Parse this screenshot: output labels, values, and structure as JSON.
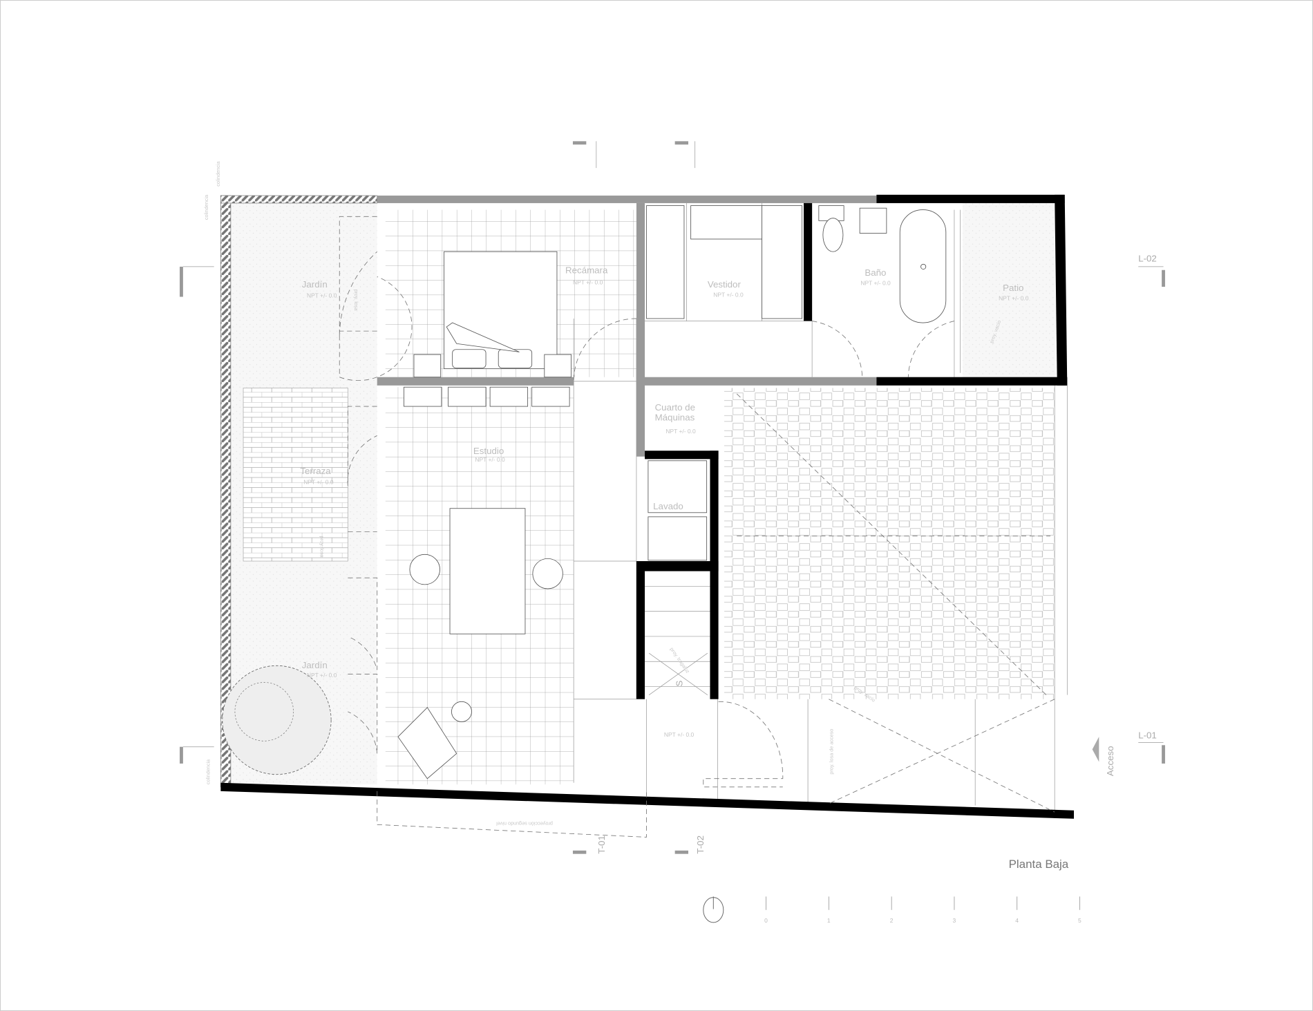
{
  "drawing": {
    "title": "Planta Baja",
    "level_label": "NPT +/- 0.0",
    "rooms": {
      "jardin": "Jardín",
      "recamara": "Recámara",
      "vestidor": "Vestidor",
      "bano": "Baño",
      "patio": "Patio",
      "cuarto_maquinas_1": "Cuarto de",
      "cuarto_maquinas_2": "Máquinas",
      "estudio": "Estudio",
      "terraza": "Terraza",
      "lavado": "Lavado",
      "jardin_2": "Jardín"
    },
    "annotations": {
      "colindencia": "colindencia",
      "proy_losa": "proy. losa",
      "proy_vacio": "proy. vacío",
      "proy_losa_acceso": "proy. losa de acceso",
      "proy_tragaluz": "proy. tragaluz",
      "proyeccion_segundo_nivel": "proyección segundo nivel",
      "stair_up": "S",
      "acceso": "Acceso"
    },
    "sections": {
      "l01": "L-01",
      "l02": "L-02",
      "t01": "T-01",
      "t02": "T-02"
    },
    "scale_bar": [
      "0",
      "1",
      "2",
      "3",
      "4",
      "5"
    ],
    "colors": {
      "wall_cut": "#000000",
      "wall_gray": "#999999",
      "hatch": "#777777"
    }
  }
}
